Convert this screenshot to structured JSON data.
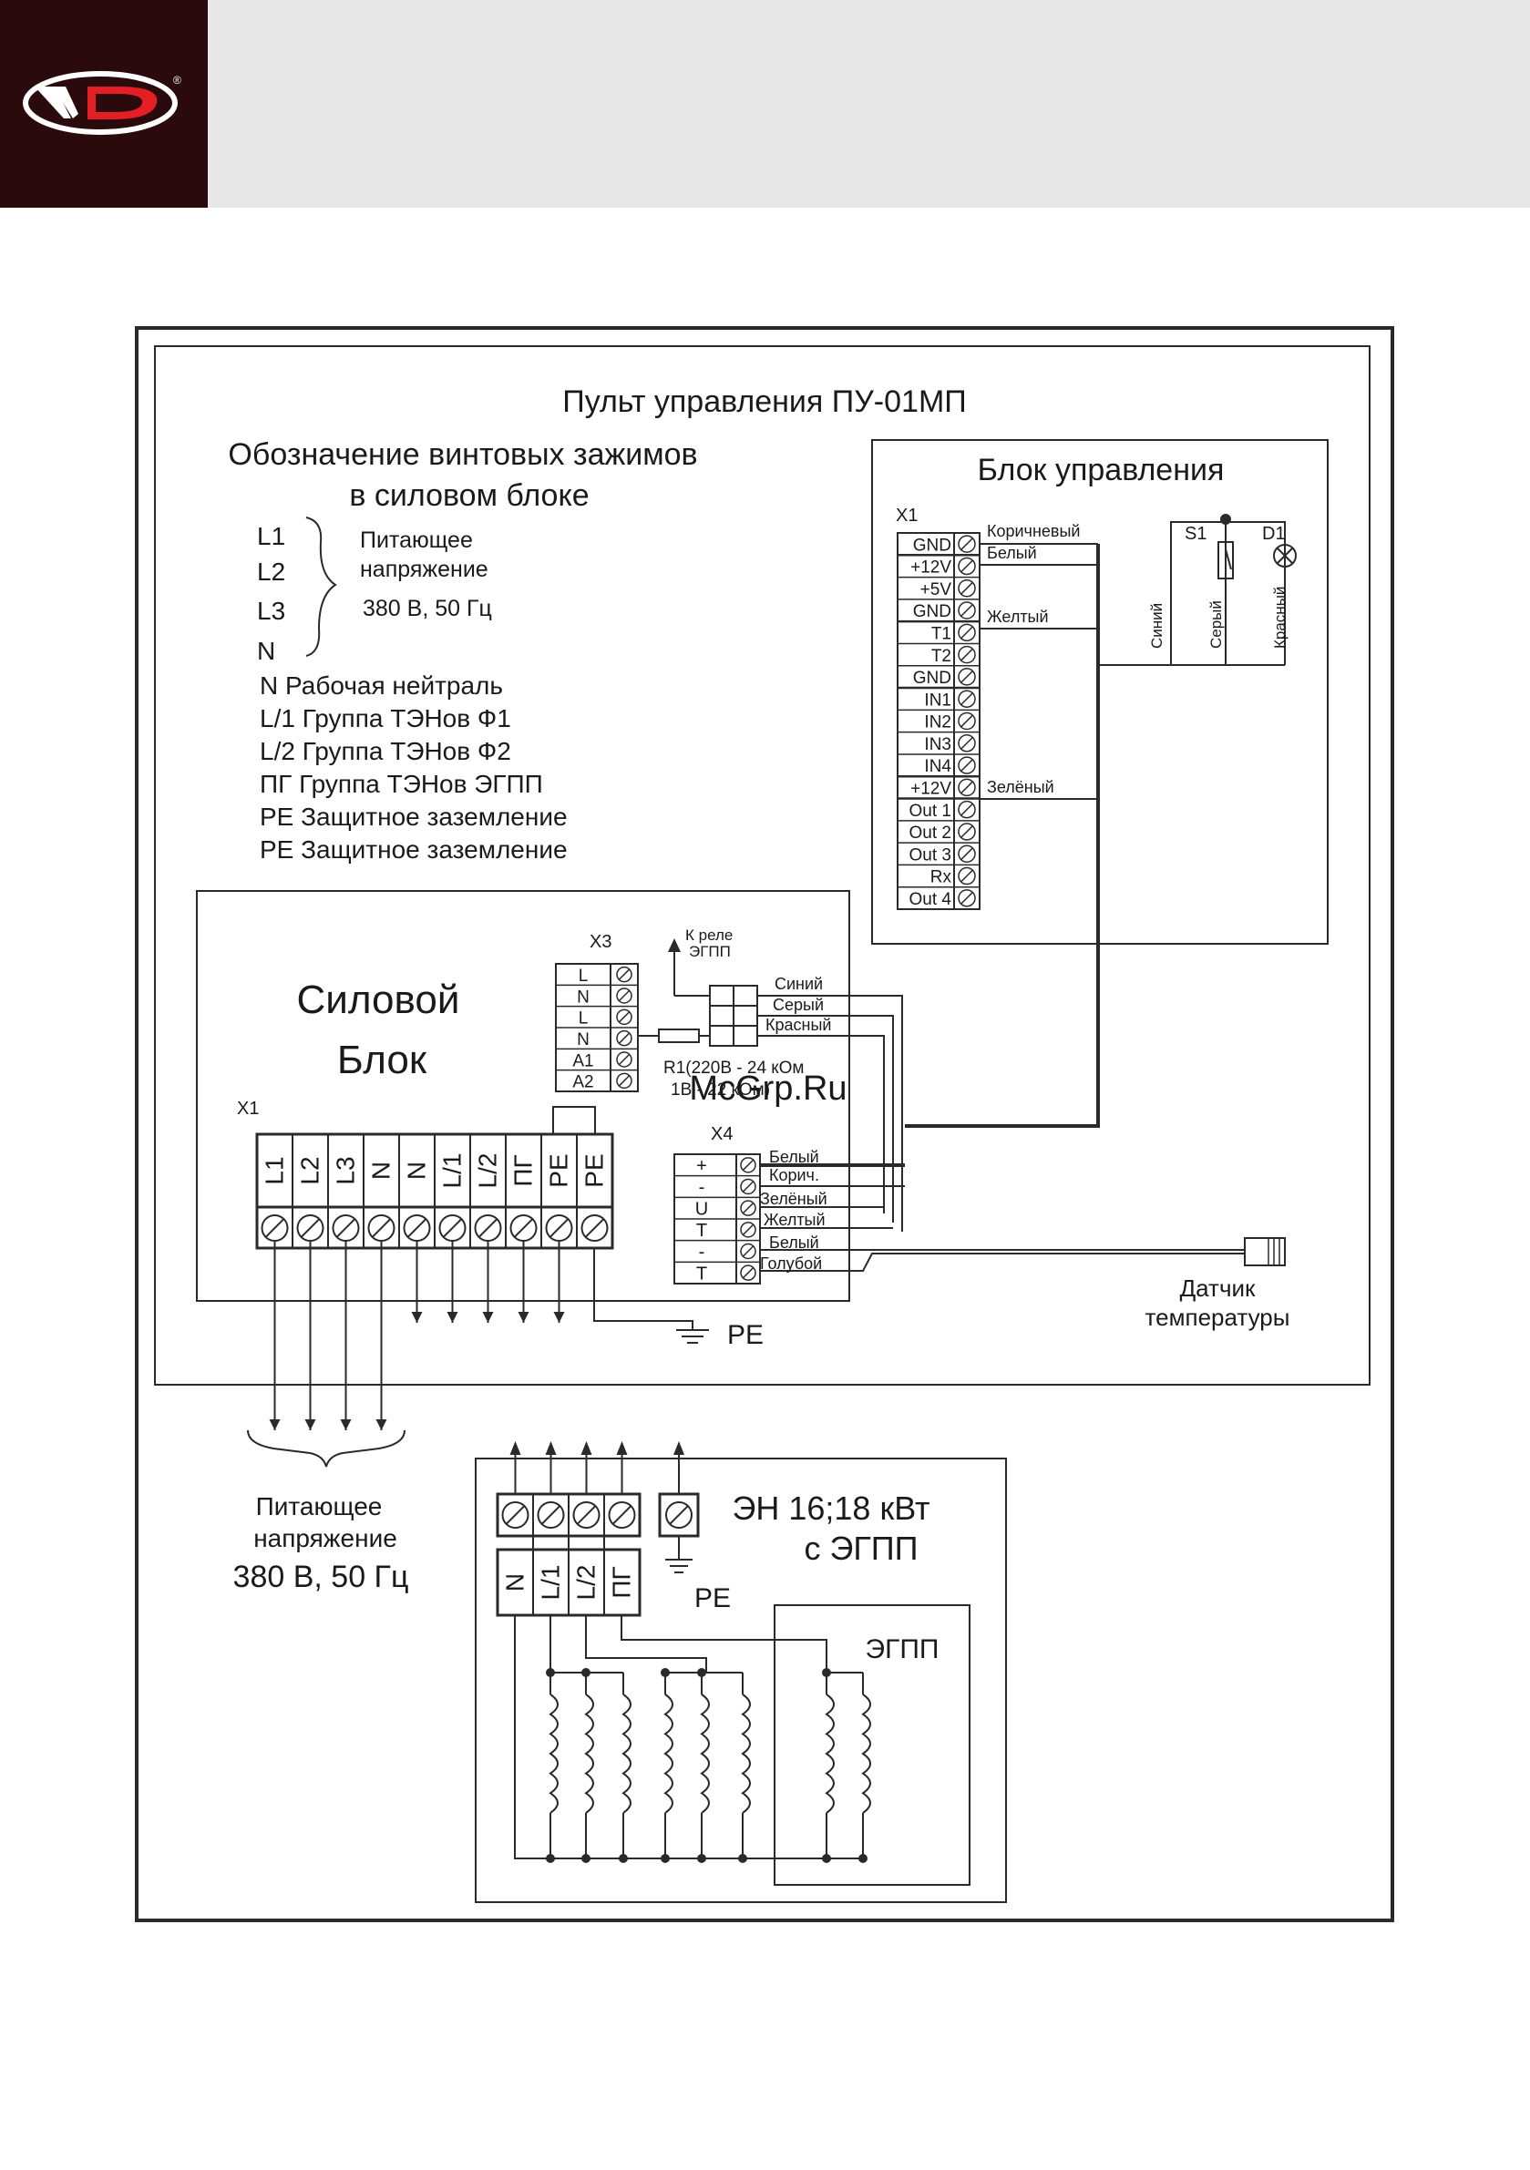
{
  "brand": {
    "logo_text": "TVD"
  },
  "panel": {
    "title": "Пульт управления ПУ-01МП"
  },
  "legend": {
    "title1": "Обозначение винтовых зажимов",
    "title2": "в силовом блоке",
    "phases": [
      "L1",
      "L2",
      "L3",
      "N"
    ],
    "supply": [
      "Питающее",
      "напряжение",
      "380 В, 50 Гц"
    ],
    "lines": [
      "N Рабочая нейтраль",
      "L/1  Группа ТЭНов Ф1",
      "L/2  Группа ТЭНов Ф2",
      "ПГ  Группа ТЭНов ЭГПП",
      "PE Защитное заземление",
      "PE Защитное заземление"
    ]
  },
  "control_block": {
    "title": "Блок управления",
    "connector": "X1",
    "pins": [
      "GND",
      "+12V",
      "+5V",
      "GND",
      "T1",
      "T2",
      "GND",
      "IN1",
      "IN2",
      "IN3",
      "IN4",
      "+12V",
      "Out 1",
      "Out 2",
      "Out 3",
      "Rx",
      "Out 4"
    ],
    "wires": [
      "Коричневый",
      "Белый",
      "Желтый",
      "Зелёный"
    ],
    "switch": "S1",
    "lamp": "D1",
    "vertical_wires": [
      "Синий",
      "Серый",
      "Красный"
    ]
  },
  "power_block": {
    "title1": "Силовой",
    "title2": "Блок",
    "x1_label": "X1",
    "x1_terminals": [
      "L1",
      "L2",
      "L3",
      "N",
      "N",
      "L/1",
      "L/2",
      "ПГ",
      "PE",
      "PE"
    ],
    "pe_label": "PE",
    "x3_label": "X3",
    "x3_pins": [
      "L",
      "N",
      "L",
      "N",
      "A1",
      "A2"
    ],
    "relay_label1": "К реле",
    "relay_label2": "ЭГПП",
    "relay_wires": [
      "Синий",
      "Серый",
      "Красный"
    ],
    "resistor_label1": "R1(220В - 24 кОм",
    "resistor_label2": "1В - 22 кОм)",
    "x4_label": "X4",
    "x4_pins": [
      "+",
      "-",
      "U",
      "T",
      "-",
      "T"
    ],
    "x4_wires": [
      "Белый",
      "Корич.",
      "Зелёный",
      "Желтый",
      "Белый",
      "Голубой"
    ]
  },
  "sensor": {
    "label1": "Датчик",
    "label2": "температуры"
  },
  "supply": {
    "label1": "Питающее",
    "label2": "напряжение",
    "label3": "380 В, 50 Гц"
  },
  "heater": {
    "title1": "ЭН 16;18 кВт",
    "title2": "с ЭГПП",
    "terminals": [
      "N",
      "L/1",
      "L/2",
      "ПГ"
    ],
    "pe_label": "PE",
    "egpp_label": "ЭГПП"
  },
  "watermark": "McGrp.Ru",
  "colors": {
    "header_bg": "#e8e8e8",
    "logo_bg": "#2a0a0c",
    "watermark": "#d4202a"
  }
}
